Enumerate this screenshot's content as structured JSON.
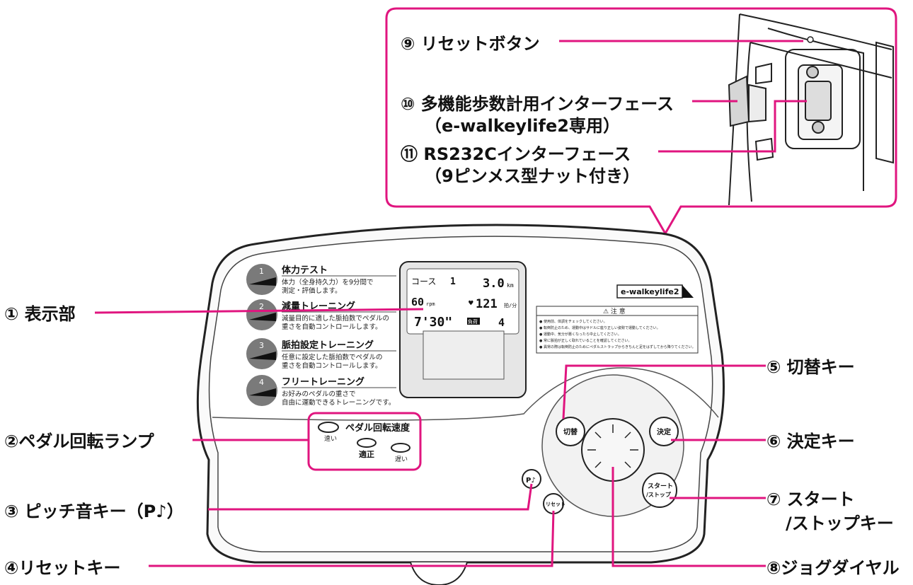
{
  "accent_color": "#e0157f",
  "brand": "e-walkeylife2",
  "callouts": {
    "display": "① 表示部",
    "pedal_lamp": "②ペダル回転ランプ",
    "pitch_key": "③ ピッチ音キー（P♪）",
    "reset_key": "④リセットキー",
    "switch_key": "⑤ 切替キー",
    "enter_key": "⑥ 決定キー",
    "start_stop_1": "⑦ スタート",
    "start_stop_2": "/ストップキー",
    "jog_dial": "⑧ジョグダイヤル",
    "reset_button": "⑨ リセットボタン",
    "interface_multi_1": "⑩ 多機能歩数計用インターフェース",
    "interface_multi_2": "（e-walkeylife2専用）",
    "interface_rs_1": "⑪ RS232Cインターフェース",
    "interface_rs_2": "（9ピンメス型ナット付き）"
  },
  "modes": [
    {
      "num": "1",
      "title": "体力テスト",
      "line1": "体力（全身持久力）を9分間で",
      "line2": "測定・評価します。"
    },
    {
      "num": "2",
      "title": "減量トレーニング",
      "line1": "減量目的に適した脈拍数でペダルの",
      "line2": "重さを自動コントロールします。"
    },
    {
      "num": "3",
      "title": "脈拍設定トレーニング",
      "line1": "任意に設定した脈拍数でペダルの",
      "line2": "重さを自動コントロールします。"
    },
    {
      "num": "4",
      "title": "フリートレーニング",
      "line1": "お好みのペダルの重さで",
      "line2": "自由に運動できるトレーニングです。"
    }
  ],
  "lcd": {
    "course_label": "コース",
    "course_value": "1",
    "distance": "3.0",
    "distance_unit": "km",
    "rpm": "60",
    "rpm_unit": "rpm",
    "pulse": "121",
    "pulse_unit": "拍/分",
    "time": "7'30\"",
    "load_label": "負荷",
    "load": "4"
  },
  "pedal_speed": {
    "title": "ペダル回転速度",
    "fast": "速い",
    "ok": "適正",
    "slow": "遅い"
  },
  "caution": {
    "title": "⚠ 注 意",
    "lines": [
      "● 使用前、体調をチェックしてください。",
      "● 転倒防止のため、運動中はサドルに座り正しい姿勢で運動してください。",
      "● 運動中、気分が悪くなったら中止してください。",
      "● 常に脈拍が正しく取れていることを確認してください。",
      "● 異常の際は転倒防止のためにペダルストラップからきちんと足をはずしてから降りてください。"
    ]
  },
  "keys": {
    "switch": "切替",
    "enter": "決定",
    "start_1": "スタート",
    "start_2": "/ストップ",
    "reset": "リセット",
    "pitch": "P♪"
  }
}
